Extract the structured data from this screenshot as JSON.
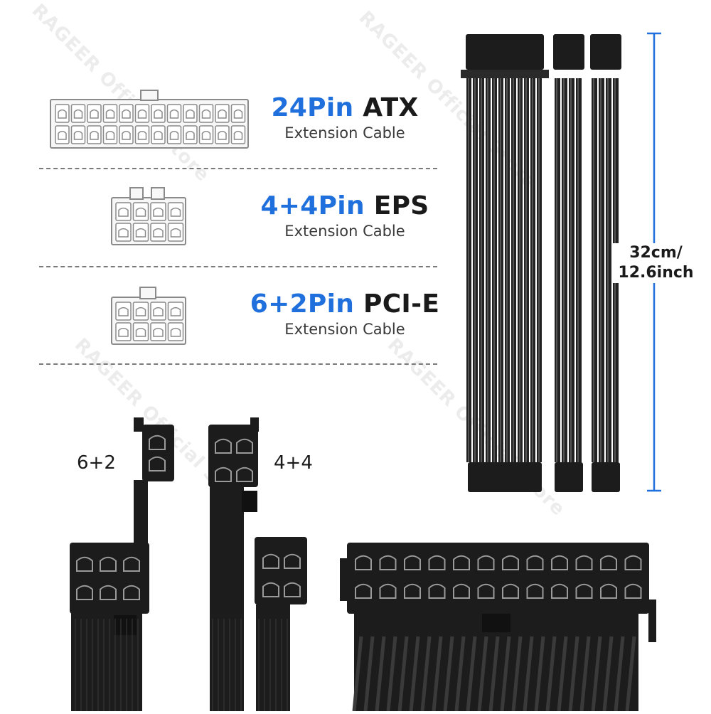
{
  "cables": [
    {
      "title_accent": "24Pin",
      "title_dark": "ATX",
      "subtitle": "Extension Cable"
    },
    {
      "title_accent": "4+4Pin",
      "title_dark": "EPS",
      "subtitle": "Extension Cable"
    },
    {
      "title_accent": "6+2Pin",
      "title_dark": "PCI-E",
      "subtitle": "Extension Cable"
    }
  ],
  "measurement": {
    "line1": "32cm/",
    "line2": "12.6inch"
  },
  "callouts": {
    "pcie": "6+2",
    "eps": "4+4"
  },
  "watermark": "RAGEER Official Store",
  "colors": {
    "accent": "#1f6fdc",
    "text": "#1a1a1a",
    "cable": "#1c1c1c"
  }
}
